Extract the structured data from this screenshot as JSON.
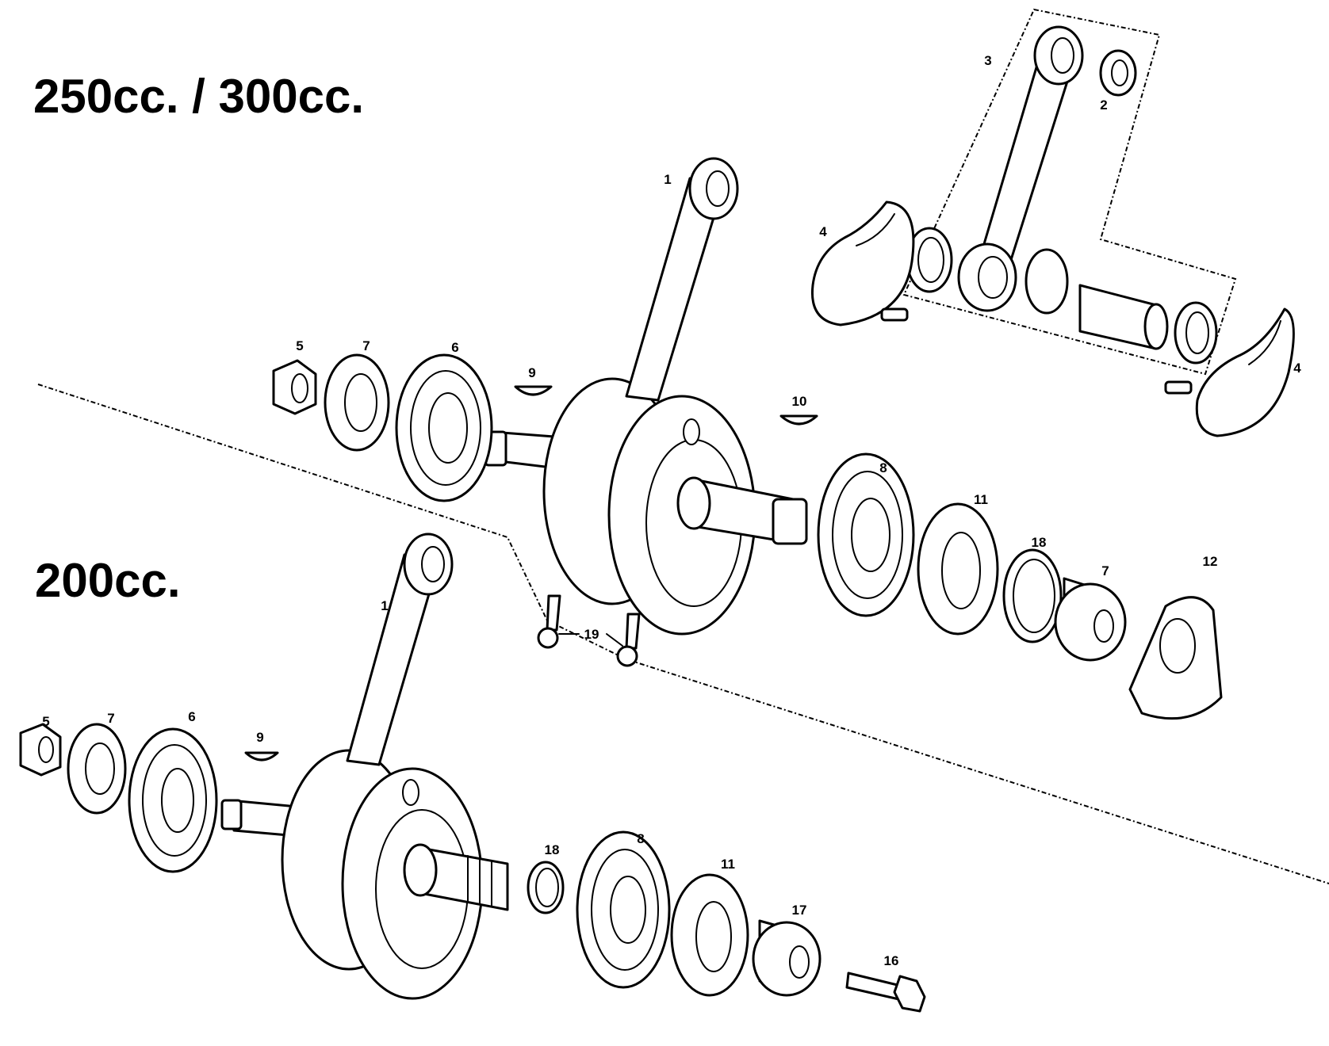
{
  "titles": {
    "large_engine": "250cc. / 300cc.",
    "small_engine": "200cc."
  },
  "callouts": {
    "top": [
      "1",
      "2",
      "3",
      "4",
      "4",
      "5",
      "6",
      "7",
      "7",
      "8",
      "9",
      "10",
      "11",
      "12",
      "18",
      "19"
    ],
    "bottom": [
      "1",
      "5",
      "6",
      "7",
      "8",
      "9",
      "11",
      "16",
      "17",
      "18"
    ]
  }
}
